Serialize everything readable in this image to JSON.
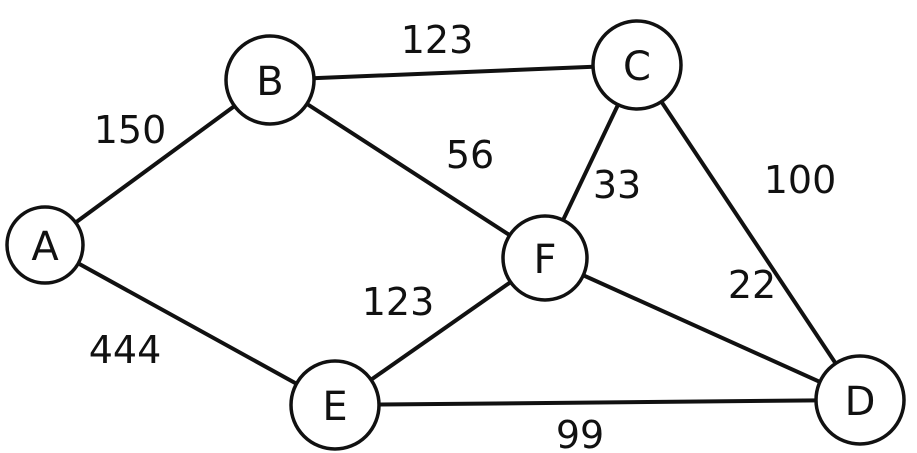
{
  "nodes": {
    "A": "A",
    "B": "B",
    "C": "C",
    "D": "D",
    "E": "E",
    "F": "F"
  },
  "edges": {
    "AB": {
      "from": "A",
      "to": "B",
      "weight": "150"
    },
    "BC": {
      "from": "B",
      "to": "C",
      "weight": "123"
    },
    "BF": {
      "from": "B",
      "to": "F",
      "weight": "56"
    },
    "CF": {
      "from": "C",
      "to": "F",
      "weight": "33"
    },
    "CD": {
      "from": "C",
      "to": "D",
      "weight": "100"
    },
    "FD": {
      "from": "F",
      "to": "D",
      "weight": "22"
    },
    "EF": {
      "from": "E",
      "to": "F",
      "weight": "123"
    },
    "AE": {
      "from": "A",
      "to": "E",
      "weight": "444"
    },
    "ED": {
      "from": "E",
      "to": "D",
      "weight": "99"
    }
  }
}
